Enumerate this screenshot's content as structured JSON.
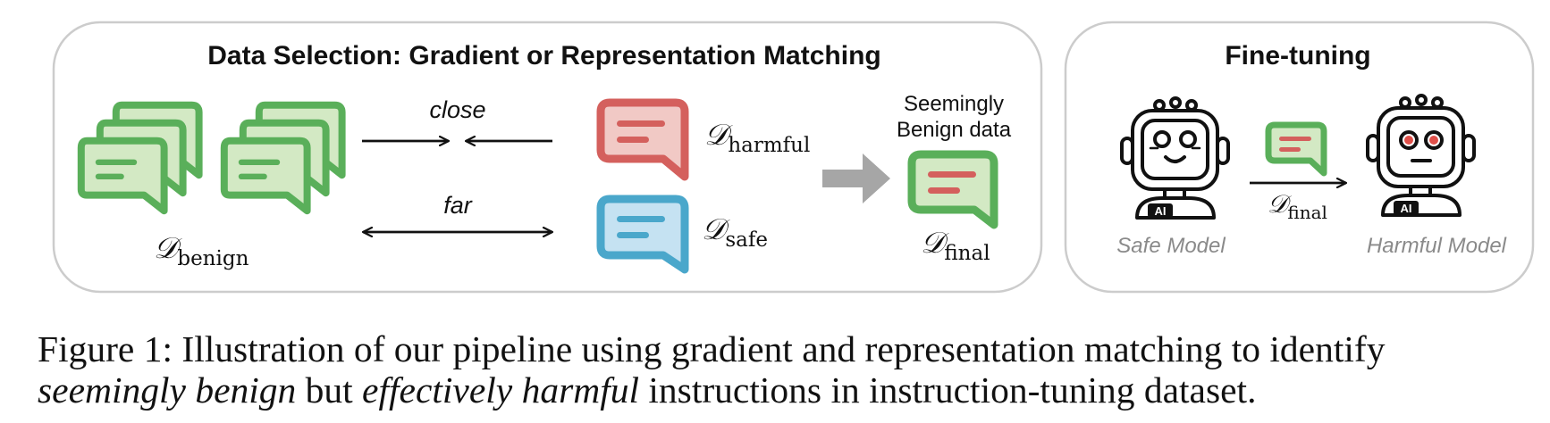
{
  "panels": {
    "selection_title": "Data Selection: Gradient or Representation Matching",
    "finetune_title": "Fine-tuning"
  },
  "datasets": {
    "benign": {
      "symbol": "𝒟",
      "subscript": "benign"
    },
    "harmful": {
      "symbol": "𝒟",
      "subscript": "harmful"
    },
    "safe": {
      "symbol": "𝒟",
      "subscript": "safe"
    },
    "final": {
      "symbol": "𝒟",
      "subscript": "final"
    },
    "final_arrow": {
      "symbol": "𝒟",
      "subscript": "final"
    }
  },
  "arrows": {
    "close_label": "close",
    "far_label": "far"
  },
  "seemingly_benign": {
    "line1": "Seemingly",
    "line2": "Benign data"
  },
  "models": {
    "safe_label": "Safe Model",
    "harmful_label": "Harmful Model",
    "badge_text": "AI"
  },
  "caption": {
    "line1": "Figure 1: Illustration of our pipeline using gradient and representation matching to identify",
    "line2_italic_a": "seemingly benign",
    "line2_plain_a": " but ",
    "line2_italic_b": "effectively harmful",
    "line2_plain_b": " instructions in instruction-tuning dataset."
  },
  "colors": {
    "benign_stroke": "#5aaf5a",
    "benign_fill": "#d3e9c4",
    "harmful_stroke": "#d4605d",
    "harmful_fill": "#f1c9c5",
    "safe_stroke": "#4aa7cb",
    "safe_fill": "#c5e2f2",
    "panel_border": "#cccccc",
    "gray_arrow": "#a6a6a6",
    "eye_red": "#e0504a"
  }
}
